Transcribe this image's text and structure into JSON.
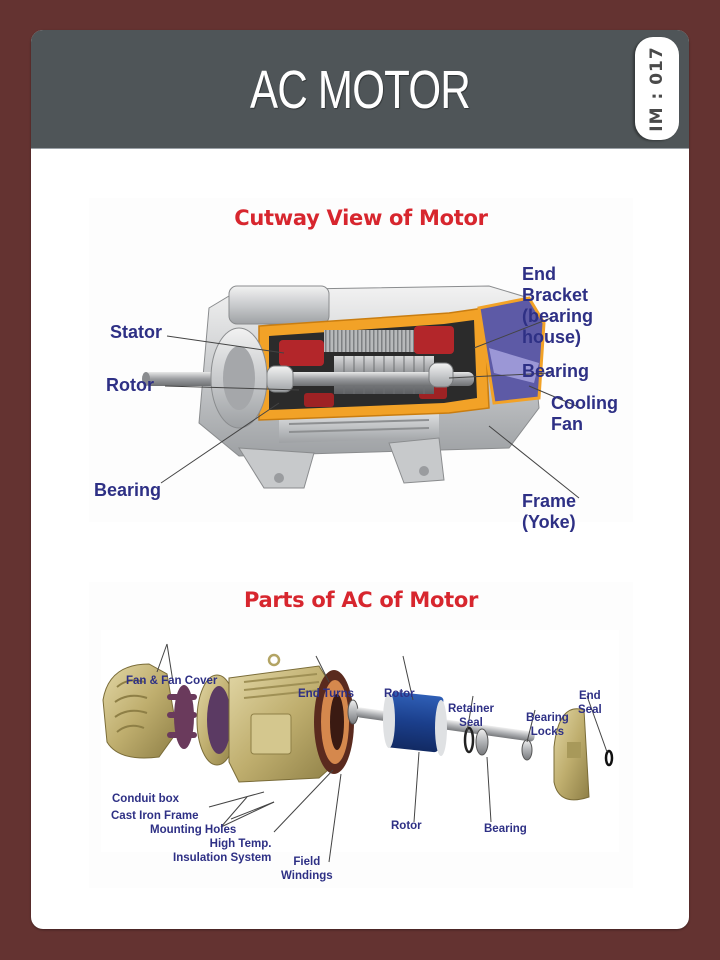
{
  "page": {
    "title": "AC MOTOR",
    "badge": "IM : 017",
    "colors": {
      "background": "#643331",
      "header": "#4f5558",
      "card": "#ffffff",
      "section_title": "#d7262e",
      "label": "#2e3085"
    }
  },
  "cutaway": {
    "title": "Cutway View of Motor",
    "labels": {
      "stator": "Stator",
      "rotor": "Rotor",
      "bearing_left": "Bearing",
      "end_bracket_1": "End",
      "end_bracket_2": "Bracket",
      "end_bracket_3": "(bearing",
      "end_bracket_4": "house)",
      "bearing_right": "Bearing",
      "cooling_fan_1": "Cooling",
      "cooling_fan_2": "Fan",
      "frame_1": "Frame",
      "frame_2": "(Yoke)"
    }
  },
  "parts": {
    "title": "Parts of AC of Motor",
    "labels": {
      "fan_cover": "Fan & Fan Cover",
      "end_turns": "End Turns",
      "rotor_top": "Rotor",
      "retainer_seal_1": "Retainer",
      "retainer_seal_2": "Seal",
      "bearing_locks_1": "Bearing",
      "bearing_locks_2": "Locks",
      "end_seal_1": "End",
      "end_seal_2": "Seal",
      "conduit_box": "Conduit box",
      "cast_iron_frame": "Cast Iron Frame",
      "mounting_holes": "Mounting Holes",
      "insulation_1": "High Temp.",
      "insulation_2": "Insulation System",
      "field_windings_1": "Field",
      "field_windings_2": "Windings",
      "rotor_bottom": "Rotor",
      "bearing": "Bearing"
    }
  }
}
